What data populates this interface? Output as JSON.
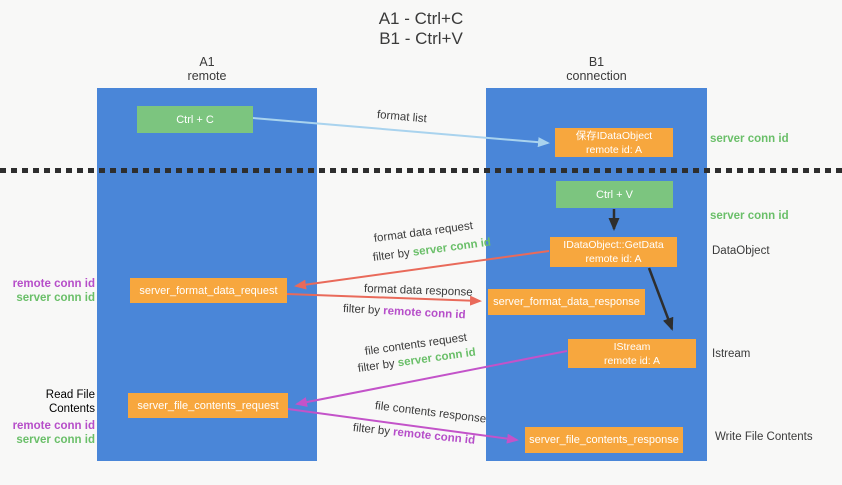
{
  "title": {
    "line1": "A1 - Ctrl+C",
    "line2": "B1 - Ctrl+V"
  },
  "columns": {
    "a1": {
      "name": "A1",
      "role": "remote"
    },
    "b1": {
      "name": "B1",
      "role": "connection"
    }
  },
  "nodes": {
    "ctrl_c": {
      "label": "Ctrl + C"
    },
    "ctrl_v": {
      "label": "Ctrl + V"
    },
    "save_dataobject": {
      "line1": "保存IDataObject",
      "line2": "remote id: A"
    },
    "getdata": {
      "line1": "IDataObject::GetData",
      "line2": "remote id: A"
    },
    "istream": {
      "line1": "IStream",
      "line2": "remote id: A"
    },
    "server_format_data_request": {
      "label": "server_format_data_request"
    },
    "server_format_data_response": {
      "label": "server_format_data_response"
    },
    "server_file_contents_request": {
      "label": "server_file_contents_request"
    },
    "server_file_contents_response": {
      "label": "server_file_contents_response"
    }
  },
  "edge_labels": {
    "format_list": "format list",
    "format_data_request": "format data request",
    "format_data_response": "format data response",
    "file_contents_request": "file contents request",
    "file_contents_response": "file contents response",
    "filter_by": "filter by ",
    "server_conn_id": "server conn id",
    "remote_conn_id": "remote conn id"
  },
  "side_labels": {
    "server_conn_id_top": "server conn id",
    "server_conn_id_mid": "server conn id",
    "dataobject": "DataObject",
    "istream": "Istream",
    "write_file_contents": "Write File Contents",
    "read_file_contents": "Read File Contents",
    "remote_conn_id": "remote conn id",
    "server_conn_id": "server conn id"
  },
  "colors": {
    "column_blue": "#4a86d8",
    "node_green": "#7cc57f",
    "node_orange": "#f7a73e",
    "arrow_light_blue": "#a9d3ee",
    "arrow_salmon": "#e96a5a",
    "arrow_magenta": "#c353c9",
    "arrow_black": "#2e2e2e",
    "text_green": "#6abf69",
    "text_purple": "#b64ec9"
  }
}
